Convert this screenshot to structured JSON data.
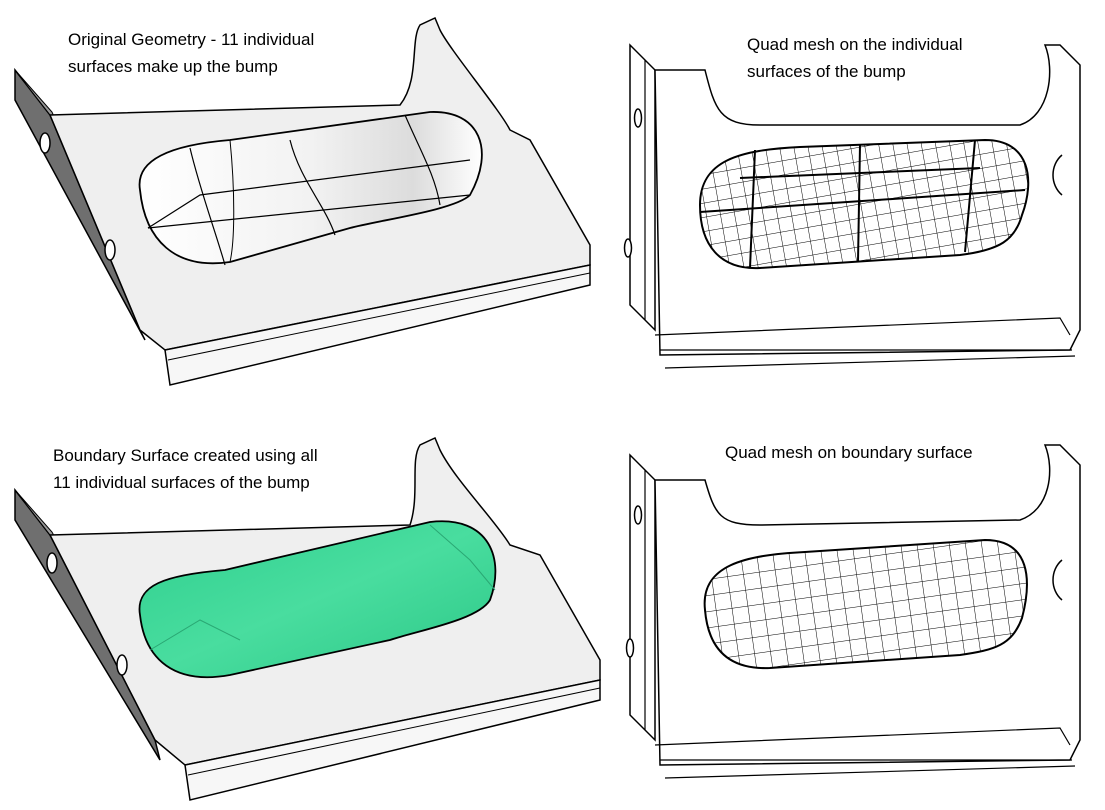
{
  "panels": [
    {
      "id": "original",
      "caption_lines": [
        "Original Geometry - 11 individual",
        "surfaces make up the bump"
      ]
    },
    {
      "id": "quad-individual",
      "caption_lines": [
        "Quad mesh on the individual",
        "surfaces of the bump"
      ]
    },
    {
      "id": "boundary-surface",
      "caption_lines": [
        "Boundary Surface created using all",
        "11 individual surfaces of the bump"
      ]
    },
    {
      "id": "quad-boundary",
      "caption_lines": [
        "Quad mesh on boundary surface"
      ]
    }
  ],
  "colors": {
    "part_fill": "#efefef",
    "flange_dark": "#6f6f6f",
    "boundary_surface": "#3fd99a",
    "edge": "#000000"
  }
}
